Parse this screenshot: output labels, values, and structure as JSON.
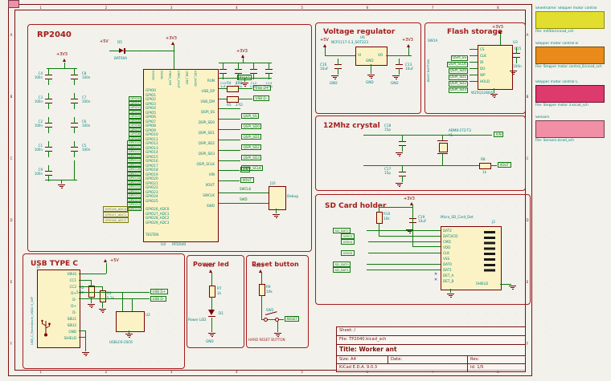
{
  "canvas": {
    "bg": "#F2F1EB",
    "frame_color": "#7A1010",
    "wire_color": "#0E7A0E",
    "symbol_color": "#7A0000",
    "fill_color": "#FBF3C6",
    "field_color": "#008484",
    "label_color": "#0E7A0E",
    "title_color": "#A51C1C"
  },
  "frame": {
    "cols": [
      "1",
      "2",
      "3",
      "4",
      "5",
      "6",
      "7",
      "8"
    ],
    "rows": [
      "A",
      "B",
      "C",
      "D",
      "E",
      "F"
    ]
  },
  "title_block": {
    "sheet": "Sheet: /",
    "file": "File: TP2040.kicad_sch",
    "title": "Title: Worker ant",
    "size": "Size: A4",
    "date": "Date:",
    "rev": "Rev:",
    "kicad": "KiCad E.D.A. 9.0.3",
    "id": "Id: 1/5"
  },
  "net": {
    "gnd": "GND",
    "p3v3": "+3V3",
    "p5v": "+5V"
  },
  "rp2040": {
    "title": "RP2040",
    "ic": {
      "ref": "U4",
      "value": "RP2040",
      "left_pins": [
        "GPIO0",
        "GPIO1",
        "GPIO2",
        "GPIO3",
        "GPIO4",
        "GPIO5",
        "GPIO6",
        "GPIO7",
        "GPIO8",
        "GPIO9",
        "GPIO10",
        "GPIO11",
        "GPIO12",
        "GPIO13",
        "GPIO14",
        "GPIO15",
        "GPIO16",
        "GPIO17",
        "GPIO18",
        "GPIO19",
        "GPIO20",
        "GPIO21",
        "GPIO22",
        "GPIO23",
        "GPIO24",
        "GPIO25"
      ],
      "adc_pins": [
        "GPIO26_ADC0",
        "GPIO27_ADC1",
        "GPIO28_ADC2",
        "GPIO29_ADC3"
      ],
      "right_pins": [
        "RUN",
        "USB_DP",
        "USB_DM",
        "QSPI_SS",
        "QSPI_SD0",
        "QSPI_SD1",
        "QSPI_SD2",
        "QSPI_SD3",
        "QSPI_SCLK",
        "XIN",
        "XOUT",
        "SWCLK",
        "SWD"
      ],
      "top_pins": [
        "IOVDD",
        "DVDD",
        "VREG_VIN",
        "VREG_VOUT",
        "USB_VDD",
        "ADC_AVDD"
      ],
      "bottom_pin": "TESTEN"
    },
    "adc_labels": [
      "GPIO26_ADC0",
      "GPIO27_ADC1",
      "GPIO28_ADC2"
    ],
    "qspi_labels": [
      "QSPI_SS",
      "QSPI_SD0",
      "QSPI_SD1",
      "QSPI_SD2",
      "QSPI_SD3",
      "QSPI_SCLK"
    ],
    "labels": {
      "reset": "RESET",
      "usb_dp": "USB D+",
      "usb_dm": "USB D-",
      "xin": "XIN",
      "xout": "XOUT",
      "swclk": "SWCLK",
      "swd": "SWD"
    },
    "left_caps": [
      {
        "ref": "C4",
        "val": "100n"
      },
      {
        "ref": "C3",
        "val": "100n"
      },
      {
        "ref": "C2",
        "val": "100n"
      },
      {
        "ref": "C1",
        "val": "100n"
      },
      {
        "ref": "C9",
        "val": "100n"
      }
    ],
    "right_caps": [
      {
        "ref": "C8",
        "val": "100n"
      },
      {
        "ref": "C7",
        "val": "100n"
      },
      {
        "ref": "C6",
        "val": "100n"
      },
      {
        "ref": "C5",
        "val": "100n"
      }
    ],
    "top_caps": [
      {
        "ref": "C10",
        "val": "1uF"
      },
      {
        "ref": "C11",
        "val": "100n"
      },
      {
        "ref": "C12",
        "val": "100n"
      },
      {
        "ref": "C14",
        "val": "100n"
      }
    ],
    "diode": {
      "ref": "D5",
      "val": "BAT60A"
    },
    "usb_res": [
      {
        "ref": "R4",
        "val": "27Ω"
      },
      {
        "ref": "R5",
        "val": "27Ω"
      }
    ],
    "debug": {
      "ref": "J10",
      "val": "Debug"
    }
  },
  "vreg": {
    "title": "Voltage regulator",
    "ref": "U6",
    "value": "NCP1117-3.3_SOT223",
    "pins": {
      "vi": "VI",
      "vo": "VO",
      "gnd": "GND"
    },
    "cap_in": {
      "ref": "C16",
      "val": "10uF"
    },
    "cap_out": {
      "ref": "C13",
      "val": "10uF"
    }
  },
  "flash": {
    "title": "Flash storage",
    "ic": {
      "ref": "U3",
      "value": "W25Q128JVS",
      "pins": [
        "CS",
        "CLK",
        "DI",
        "DO",
        "WP",
        "HOLD"
      ]
    },
    "labels": [
      "QSPI_SS",
      "QSPI_SCLK",
      "QSPI_SD0",
      "QSPI_SD1",
      "QSPI_SD2",
      "QSPI_SD3"
    ],
    "cap": {
      "ref": "C15",
      "val": "100n"
    },
    "boot_note": "BOOT BUTTON",
    "boot_sw": "SW1A"
  },
  "crystal": {
    "title": "12Mhz crystal",
    "xtal": {
      "ref": "Y1",
      "value": "ABM8-272-T3"
    },
    "cap_top": {
      "ref": "C18",
      "val": "15p"
    },
    "cap_bot": {
      "ref": "C17",
      "val": "15p"
    },
    "res": {
      "ref": "R8",
      "val": "1k"
    },
    "xin": "XIN",
    "xout": "XOUT"
  },
  "sd": {
    "title": "SD Card holder",
    "conn": {
      "ref": "J2",
      "value": "Micro_SD_Card_Det",
      "pins": [
        "DAT2",
        "DAT3/CD",
        "CMD",
        "VDD",
        "CLK",
        "VSS",
        "DAT0",
        "DAT1",
        "DET_A",
        "DET_B"
      ],
      "shield": "SHIELD"
    },
    "labels": [
      "SD_DAT2",
      "GPIO3",
      "GPIO4",
      "GPIO5",
      "SD_DAT0",
      "SD_DAT1"
    ],
    "cap": {
      "ref": "C19",
      "val": "10uF"
    },
    "res": {
      "ref": "R10",
      "val": "10k"
    },
    "nc": "✕"
  },
  "usb": {
    "title": "USB TYPE C",
    "conn": {
      "ref": "J1",
      "value": "USB_C_Receptacle_USB2.0_16P",
      "pins": [
        "VBUS",
        "CC1",
        "CC2",
        "D+",
        "D-",
        "D+",
        "D-",
        "SBU1",
        "SBU2",
        "GND",
        "SHIELD"
      ]
    },
    "r_cc": [
      {
        "ref": "R2",
        "val": "5.1k"
      },
      {
        "ref": "R3",
        "val": "5.1k"
      }
    ],
    "esd": {
      "ref": "U2",
      "value": "USBLC6-2SC6"
    },
    "labels": {
      "dp": "USB D+",
      "dm": "USB D-"
    }
  },
  "pled": {
    "title": "Power led",
    "res": {
      "ref": "R7",
      "val": "1k"
    },
    "led": {
      "ref": "D1",
      "value": "Power LED"
    }
  },
  "reset": {
    "title": "Reset button",
    "res": {
      "ref": "R9",
      "val": "10k"
    },
    "sw": {
      "ref": "SW2"
    },
    "label": "RESET",
    "note": "HARD RESET BUTTON"
  },
  "hier_sheets": [
    {
      "name": "Sheetname: Stepper motor control",
      "file": "File: m05tkd.kicad_sch",
      "color": "#E2DE30",
      "border": "#8C8C00"
    },
    {
      "name": "Stepper motor control B",
      "file": "File: Stepper motor control_B.kicad_sch",
      "color": "#EA8A1A",
      "border": "#7A4A00"
    },
    {
      "name": "Stepper motor control C",
      "file": "File: Stepper motor 3.kicad_sch",
      "color": "#DD3A6E",
      "border": "#7A0A32"
    },
    {
      "name": "Sensors",
      "file": "File: Sensors.kicad_sch",
      "color": "#F08FA5",
      "border": "#7A3C4E"
    }
  ],
  "mini_sheet": {
    "color": "#F08FA5",
    "border": "#7A3C4E"
  }
}
